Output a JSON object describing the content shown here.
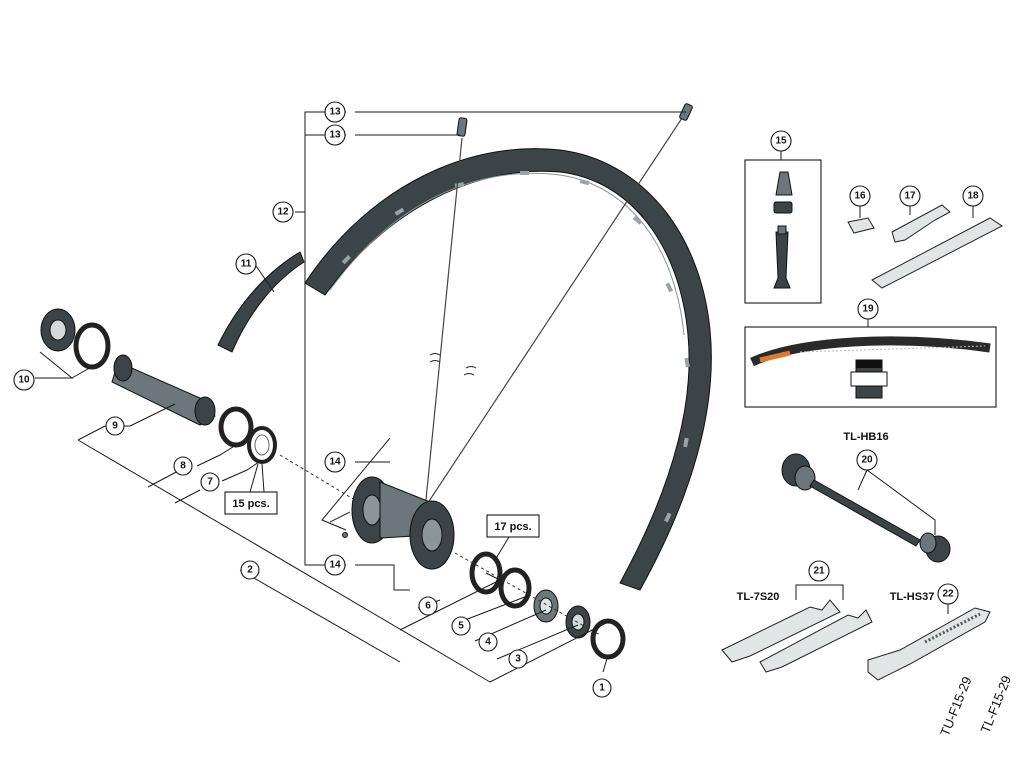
{
  "callouts": {
    "c1": "1",
    "c2": "2",
    "c3": "3",
    "c4": "4",
    "c5": "5",
    "c6": "6",
    "c7": "7",
    "c8": "8",
    "c9": "9",
    "c10": "10",
    "c11": "11",
    "c12": "12",
    "c13a": "13",
    "c13b": "13",
    "c14a": "14",
    "c14b": "14",
    "c15": "15",
    "c16": "16",
    "c17": "17",
    "c18": "18",
    "c19": "19",
    "c20": "20",
    "c21": "21",
    "c22": "22"
  },
  "labels": {
    "qty_15": "15 pcs.",
    "qty_17": "17 pcs."
  },
  "tools": {
    "tl_hb16": "TL-HB16",
    "tl_7s20": "TL-7S20",
    "tl_hs37": "TL-HS37",
    "tu_f15": "TU-F15-29",
    "tl_f15": "TL-F15-29"
  },
  "colors": {
    "rim": "#3c4447",
    "part_mid": "#6d767a",
    "tape_accent": "#e07a2a"
  }
}
